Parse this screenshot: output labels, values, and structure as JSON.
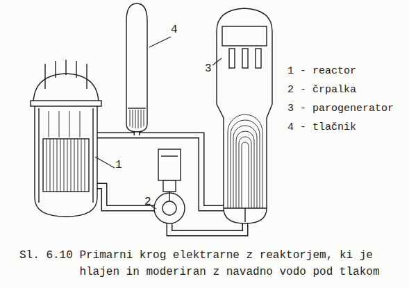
{
  "diagram": {
    "caption": "Sl. 6.10 Primarni krog elektrarne z reaktorjem, ki je hlajen in moderiran z navadno vodo pod tlakom",
    "labels": [
      "1",
      "2",
      "3",
      "4",
      "1 - reactor",
      "2 - črpalka",
      "3 - parogenerator",
      "4 - tlačnik"
    ]
  }
}
